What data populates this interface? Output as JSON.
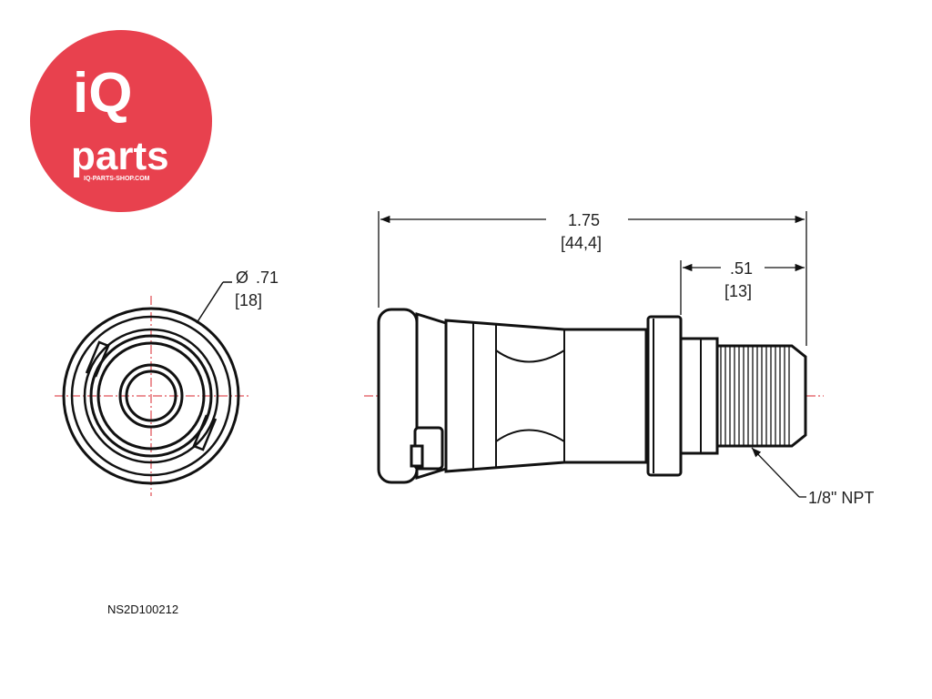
{
  "logo": {
    "brand_top": "iQ",
    "brand_bottom": "parts",
    "site": "IQ-PARTS-SHOP.COM",
    "color": "#e8414e"
  },
  "dimensions": {
    "diameter_symbol": "Ø",
    "diameter_in": ".71",
    "diameter_mm": "[18]",
    "overall_length_in": "1.75",
    "overall_length_mm": "[44,4]",
    "thread_length_in": ".51",
    "thread_length_mm": "[13]",
    "thread_spec": "1/8\" NPT"
  },
  "part_number": "NS2D100212",
  "colors": {
    "line": "#111111",
    "centerline": "#d9262c",
    "body_fill": "#ffffff"
  }
}
